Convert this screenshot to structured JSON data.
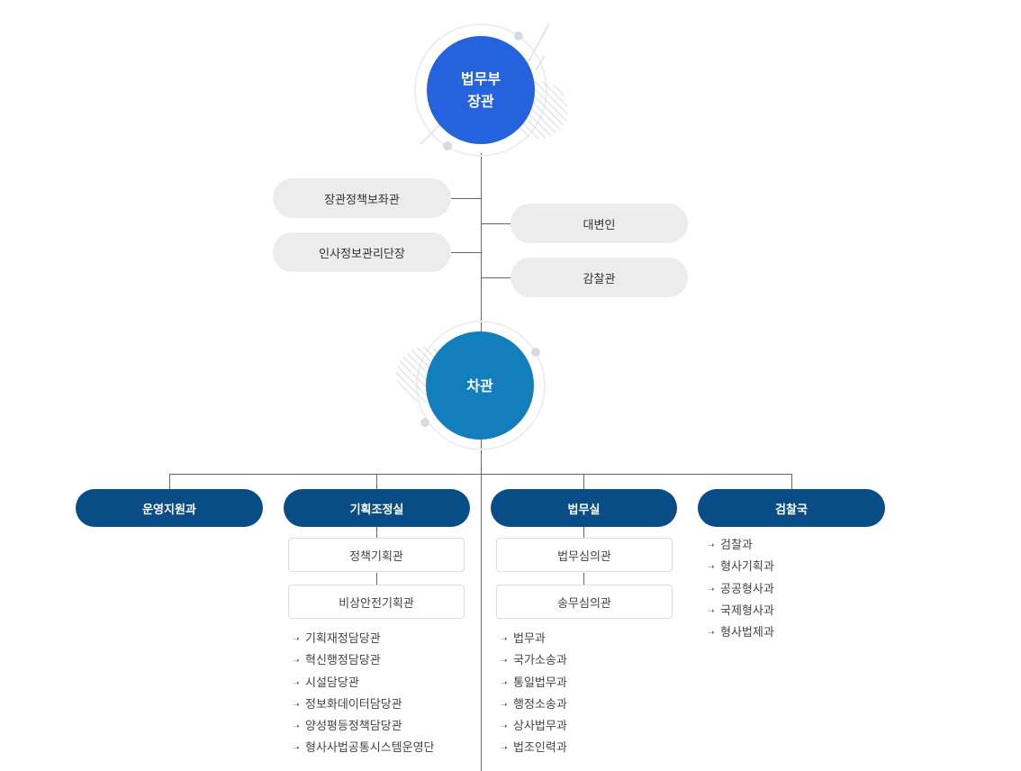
{
  "minister": {
    "line1": "법무부",
    "line2": "장관"
  },
  "vice_minister": {
    "label": "차관"
  },
  "staff_left": [
    "장관정책보좌관",
    "인사정보관리단장"
  ],
  "staff_right": [
    "대변인",
    "감찰관"
  ],
  "departments": [
    {
      "name": "운영지원과",
      "offices": [],
      "divisions": []
    },
    {
      "name": "기획조정실",
      "offices": [
        "정책기획관",
        "비상안전기획관"
      ],
      "divisions": [
        "기획재정담당관",
        "혁신행정담당관",
        "시설담당관",
        "정보화데이터담당관",
        "양성평등정책담당관",
        "형사사법공통시스템운영단"
      ]
    },
    {
      "name": "법무실",
      "offices": [
        "법무심의관",
        "송무심의관"
      ],
      "divisions": [
        "법무과",
        "국가소송과",
        "통일법무과",
        "행정소송과",
        "상사법무과",
        "법조인력과"
      ]
    },
    {
      "name": "검찰국",
      "offices": [],
      "divisions": [
        "검찰과",
        "형사기획과",
        "공공형사과",
        "국제형사과",
        "형사법제과"
      ]
    }
  ],
  "colors": {
    "minister": "#2563de",
    "vice": "#127ebc",
    "dept": "#084d85",
    "pill": "#ececec"
  },
  "icons": {
    "list_bullet": "arrow-bullet-icon"
  }
}
